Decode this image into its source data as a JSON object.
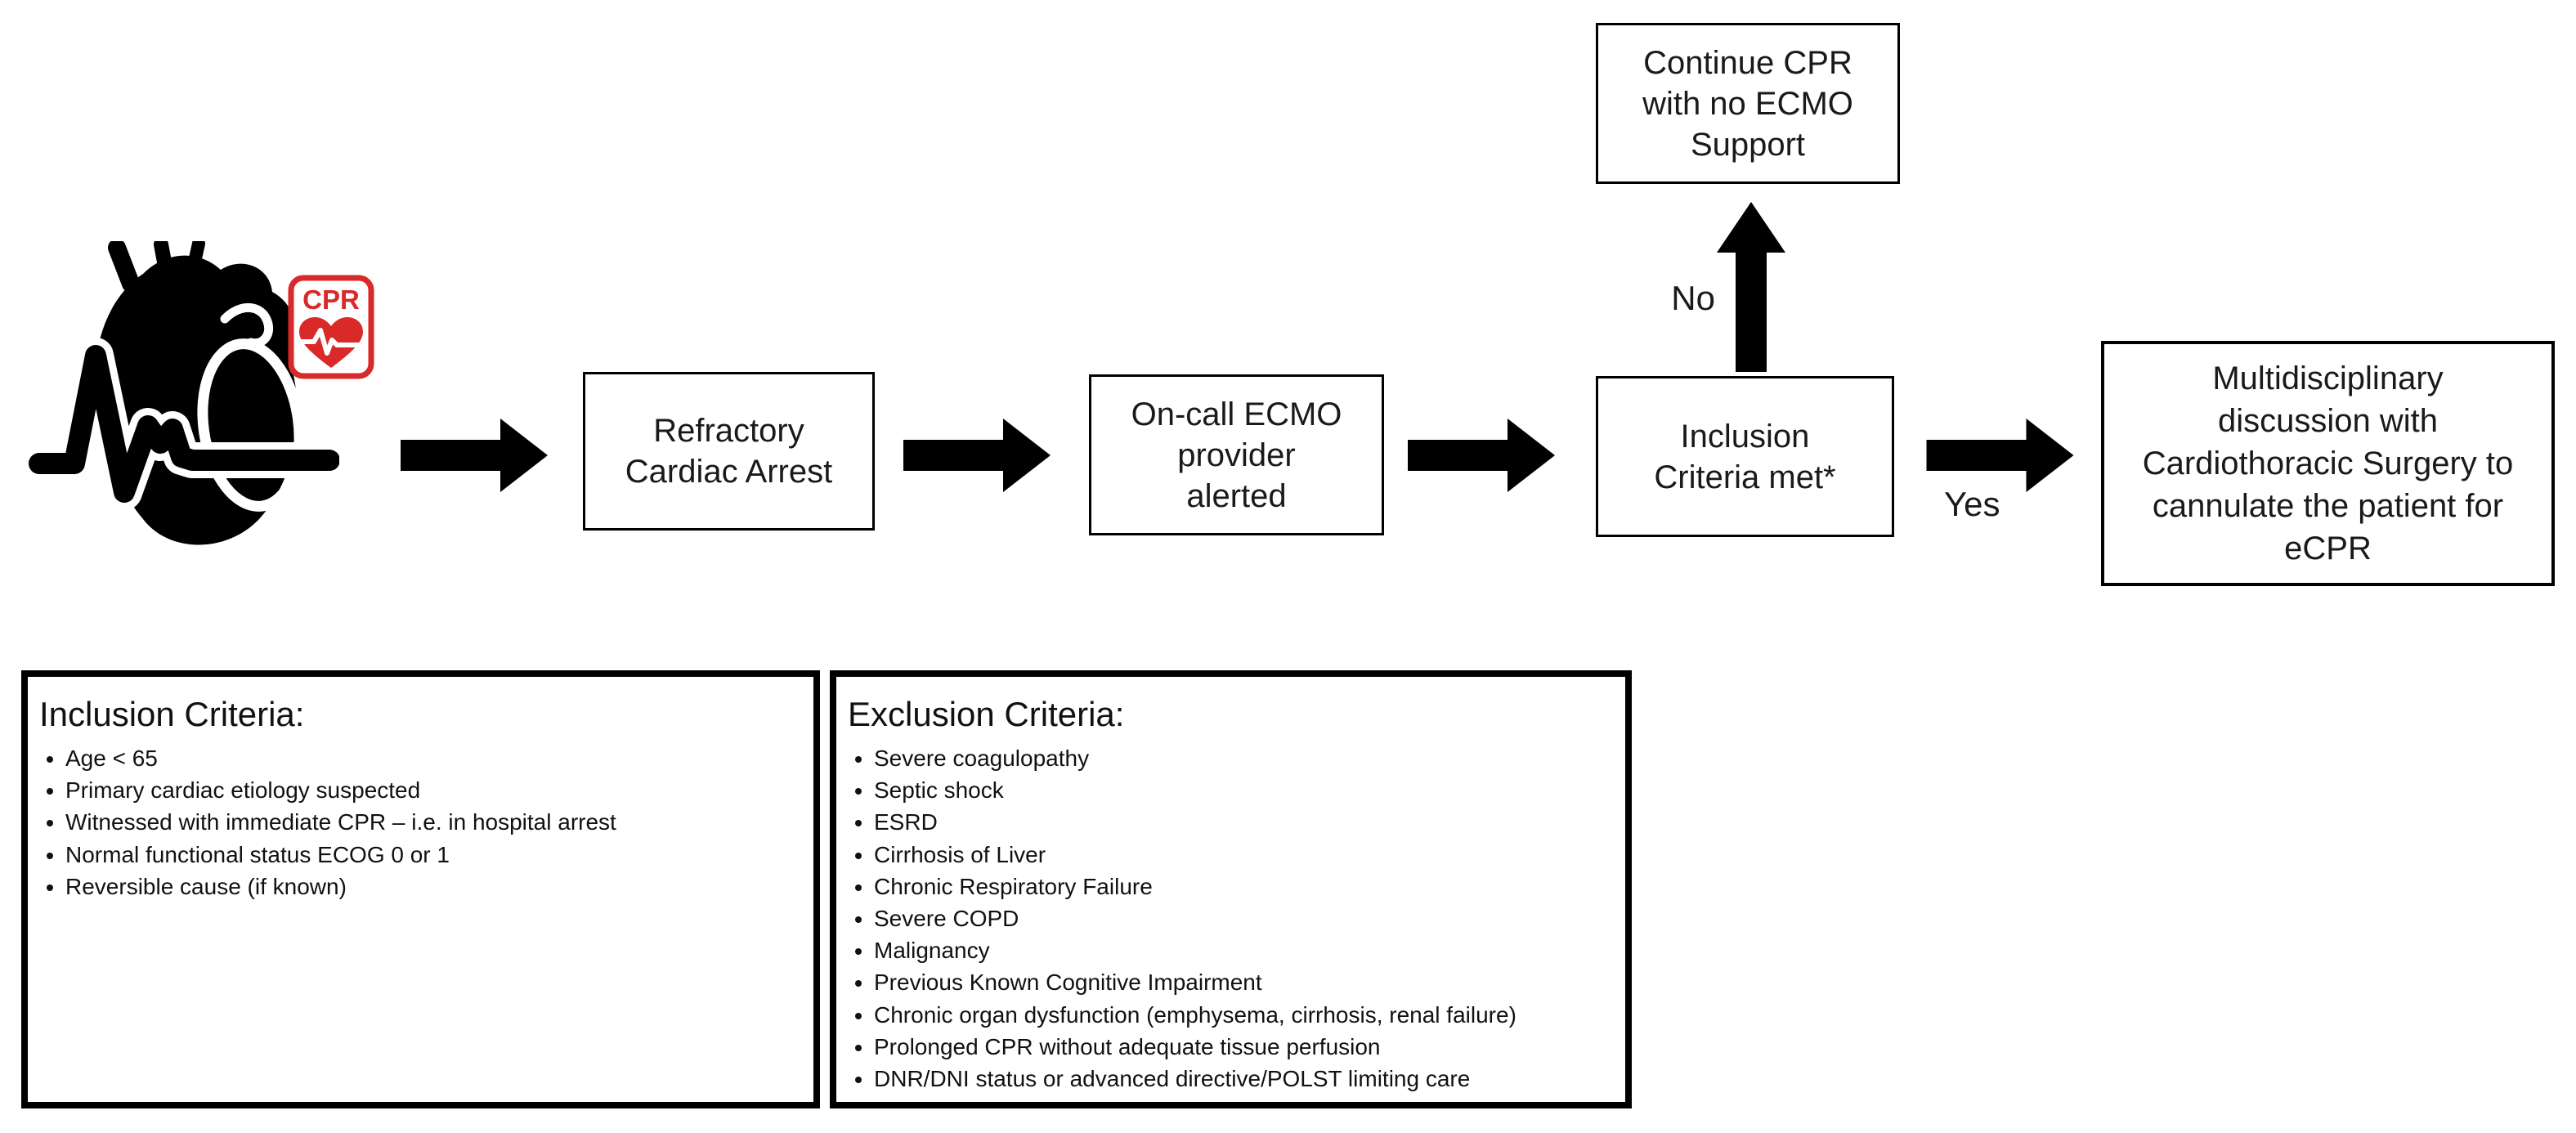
{
  "colors": {
    "ink": "#111111",
    "line_black": "#000000",
    "accent_red": "#d92929",
    "background": "#ffffff"
  },
  "icons": {
    "heart_ecg": "heart-ecg-icon",
    "cpr_badge_label": "CPR"
  },
  "flowchart": {
    "nodes": {
      "refractory": {
        "label": "Refractory\nCardiac Arrest"
      },
      "oncall": {
        "label": "On-call ECMO\nprovider\nalerted"
      },
      "inclusion_met": {
        "label": "Inclusion\nCriteria met*"
      },
      "continue_cpr": {
        "label": "Continue CPR\nwith no ECMO\nSupport"
      },
      "multidisciplinary": {
        "label": "Multidisciplinary\ndiscussion with\nCardiothoracic Surgery to\ncannulate the patient for\neCPR"
      }
    },
    "branch_labels": {
      "no": "No",
      "yes": "Yes"
    }
  },
  "panels": {
    "inclusion": {
      "title": "Inclusion Criteria:",
      "items": [
        "Age < 65",
        "Primary cardiac etiology suspected",
        "Witnessed with immediate CPR – i.e. in hospital arrest",
        "Normal functional status ECOG 0 or 1",
        "Reversible cause (if known)"
      ]
    },
    "exclusion": {
      "title": "Exclusion Criteria:",
      "items": [
        "Severe coagulopathy",
        "Septic shock",
        "ESRD",
        "Cirrhosis of Liver",
        "Chronic Respiratory Failure",
        "Severe COPD",
        "Malignancy",
        "Previous Known Cognitive Impairment",
        "Chronic organ dysfunction (emphysema, cirrhosis, renal failure)",
        "Prolonged CPR without adequate tissue perfusion",
        "DNR/DNI status or advanced directive/POLST limiting care"
      ]
    }
  }
}
